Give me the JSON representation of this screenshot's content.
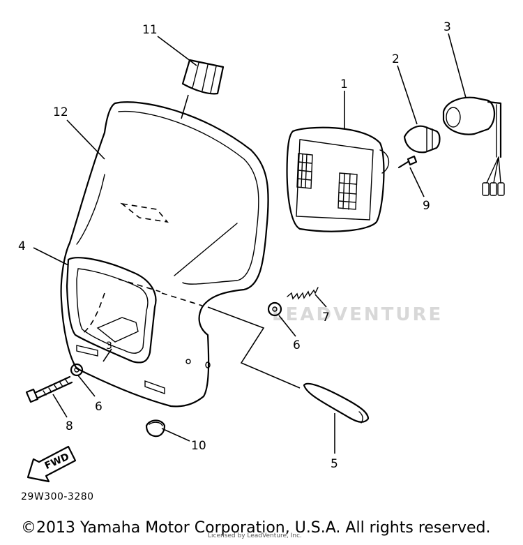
{
  "diagram": {
    "callouts": {
      "c1": "1",
      "c2": "2",
      "c3": "3",
      "c4": "4",
      "c5": "5",
      "c6a": "6",
      "c6b": "6",
      "c7": "7",
      "c8": "8",
      "c9": "9",
      "c10": "10",
      "c11": "11",
      "c12": "12",
      "c3b": "3"
    },
    "fwd_label": "FWD",
    "drawing_code": "29W300-3280",
    "background_mark": "LEADVENTURE",
    "copyright": "©2013 Yamaha Motor Corporation, U.S.A. All rights reserved.",
    "watermark": "Licensed by LeadVenture, Inc."
  }
}
